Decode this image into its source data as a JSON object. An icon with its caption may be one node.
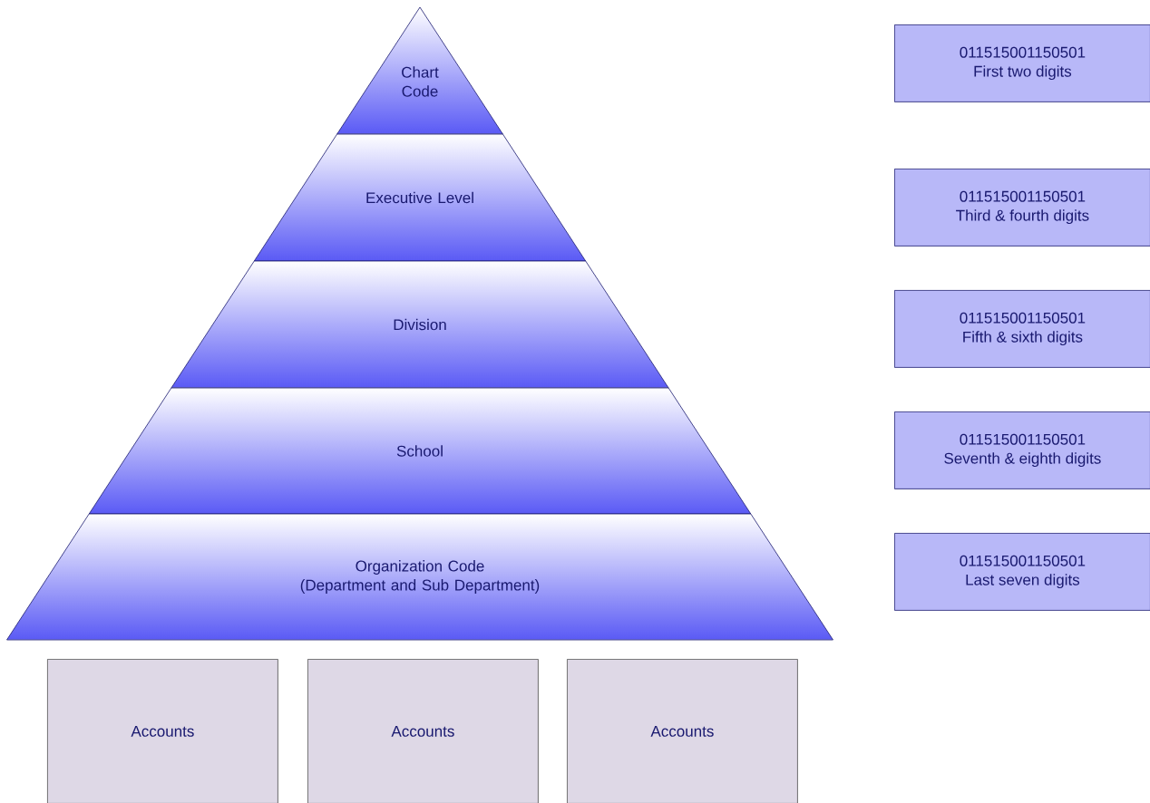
{
  "diagram": {
    "nodes": [
      {
        "text": [
          "Chart Code"
        ]
      },
      {
        "text": [
          "Executive Level"
        ]
      },
      {
        "text": [
          "Division"
        ]
      },
      {
        "text": [
          "School"
        ]
      },
      {
        "text": [
          "Organization Code",
          "(Department and Sub Department)"
        ]
      },
      {
        "text": [
          "011515001150501",
          "First two digits"
        ]
      },
      {
        "text": [
          "011515001150501",
          "Third & fourth digits"
        ]
      },
      {
        "text": [
          "011515001150501",
          "Fifth & sixth digits"
        ]
      },
      {
        "text": [
          "011515001150501",
          "Seventh & eighth digits"
        ]
      },
      {
        "text": [
          "011515001150501",
          "Last seven digits"
        ]
      },
      {
        "text": [
          "Accounts"
        ]
      },
      {
        "text": [
          "Accounts"
        ]
      },
      {
        "text": [
          "Accounts"
        ]
      }
    ]
  }
}
